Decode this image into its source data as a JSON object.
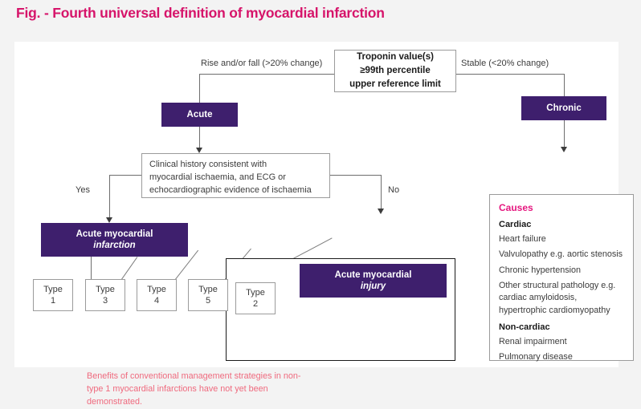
{
  "figure": {
    "title": "Fig. - Fourth universal definition of myocardial infarction",
    "title_color": "#d6146a",
    "accent_purple": "#3e1f6d",
    "accent_pink": "#e5177f"
  },
  "nodes": {
    "troponin": {
      "line1": "Troponin value(s)",
      "line2": "≥99th percentile",
      "line3": "upper reference limit"
    },
    "acute": {
      "label": "Acute"
    },
    "chronic": {
      "label": "Chronic"
    },
    "clinical_history": {
      "line1": "Clinical history consistent with",
      "line2": "myocardial ischaemia, and ECG or",
      "line3": "echocardiographic evidence of ischaemia"
    },
    "ami_infarction": {
      "line1": "Acute myocardial",
      "line2": "infarction"
    },
    "ami_injury": {
      "line1": "Acute myocardial",
      "line2": "injury"
    }
  },
  "edge_labels": {
    "rise_fall": "Rise and/or fall (>20% change)",
    "stable": "Stable (<20% change)",
    "yes": "Yes",
    "no": "No"
  },
  "types": [
    {
      "word": "Type",
      "num": "1"
    },
    {
      "word": "Type",
      "num": "3"
    },
    {
      "word": "Type",
      "num": "4"
    },
    {
      "word": "Type",
      "num": "5"
    },
    {
      "word": "Type",
      "num": "2"
    }
  ],
  "causes": {
    "title": "Causes",
    "cardiac_heading": "Cardiac",
    "cardiac_items": [
      "Heart failure",
      "Valvulopathy e.g. aortic stenosis",
      "Chronic hypertension",
      "Other structural pathology e.g. cardiac amyloidosis, hypertrophic cardiomyopathy"
    ],
    "noncardiac_heading": "Non-cardiac",
    "noncardiac_items": [
      "Renal impairment",
      "Pulmonary disease"
    ]
  },
  "footnote": "Benefits of conventional management strategies in non-type 1 myocardial infarctions have not yet been demonstrated."
}
